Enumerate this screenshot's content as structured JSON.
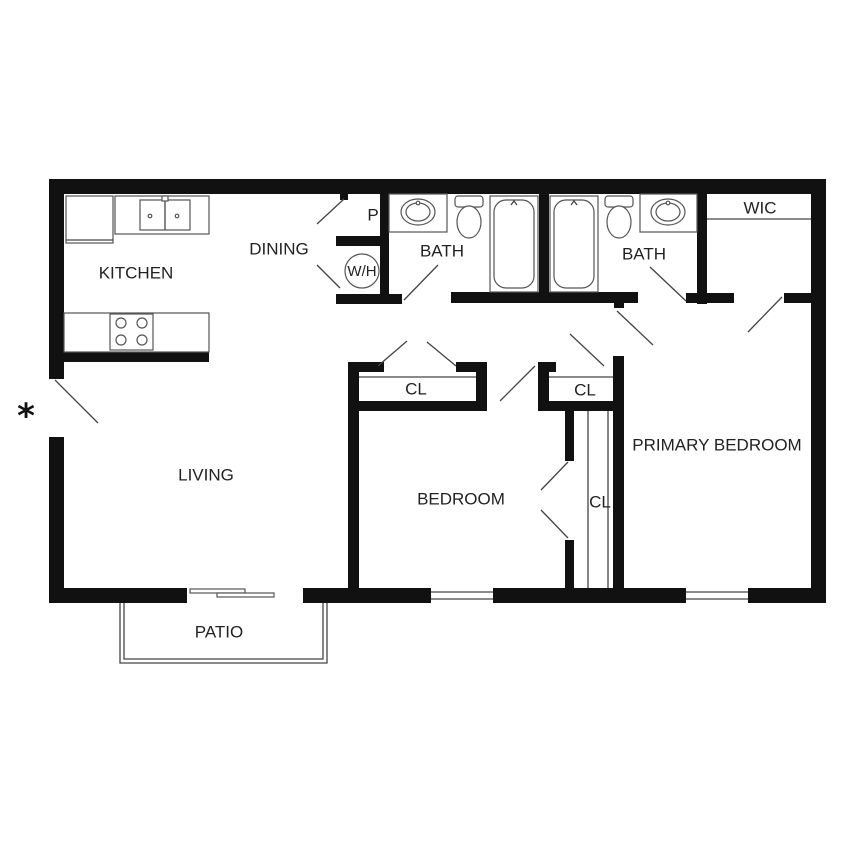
{
  "rooms": {
    "kitchen": "KITCHEN",
    "dining": "DINING",
    "pantry": "P",
    "water_heater": "W/H",
    "bath_1": "BATH",
    "bath_2": "BATH",
    "wic": "WIC",
    "living": "LIVING",
    "closet_1": "CL",
    "closet_2": "CL",
    "closet_3": "CL",
    "bedroom": "BEDROOM",
    "primary_bedroom": "PRIMARY BEDROOM",
    "patio": "PATIO"
  },
  "entry_marker": "*",
  "colors": {
    "wall": "#111111",
    "background": "#ffffff",
    "fixture_line": "#555555"
  }
}
